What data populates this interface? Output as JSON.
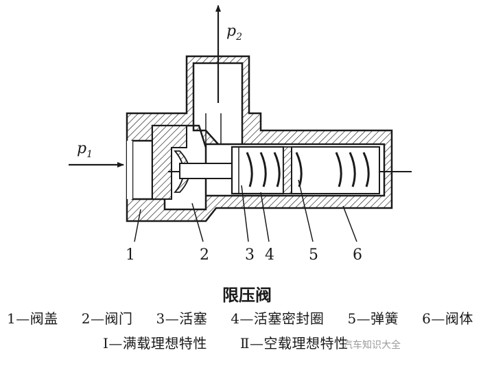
{
  "diagram": {
    "ports": {
      "inlet": "p",
      "inlet_sub": "1",
      "outlet": "p",
      "outlet_sub": "2"
    },
    "part_numbers": [
      "1",
      "2",
      "3",
      "4",
      "5",
      "6"
    ]
  },
  "title": "限压阀",
  "legend": [
    "1—阀盖",
    "2—阀门",
    "3—活塞",
    "4—活塞密封圈",
    "5—弹簧",
    "6—阀体"
  ],
  "characteristics": [
    "Ⅰ—满载理想特性",
    "Ⅱ—空载理想特性"
  ],
  "watermark": "汽车知识大全"
}
